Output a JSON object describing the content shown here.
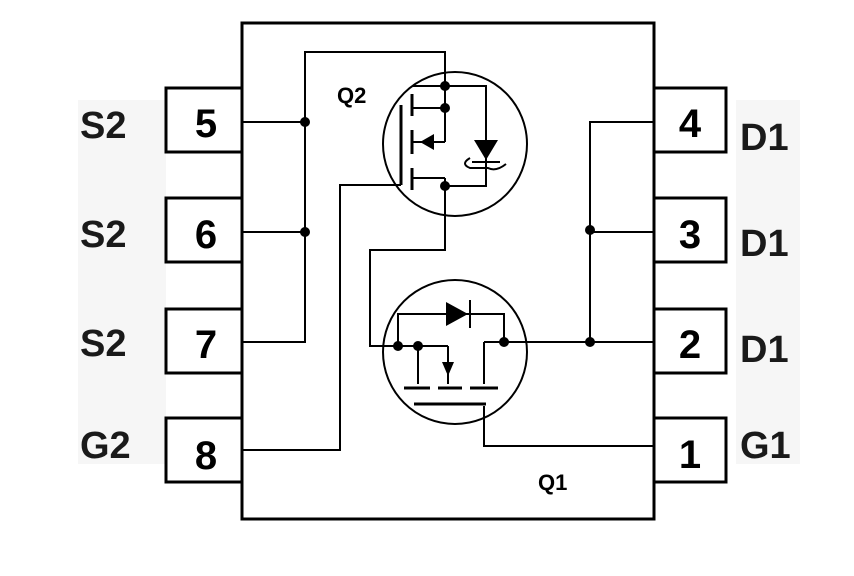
{
  "left_pins": [
    {
      "number": "5",
      "name": "S2"
    },
    {
      "number": "6",
      "name": "S2"
    },
    {
      "number": "7",
      "name": "S2"
    },
    {
      "number": "8",
      "name": "G2"
    }
  ],
  "right_pins": [
    {
      "number": "4",
      "name": "D1"
    },
    {
      "number": "3",
      "name": "D1"
    },
    {
      "number": "2",
      "name": "D1"
    },
    {
      "number": "1",
      "name": "G1"
    }
  ],
  "transistors": {
    "q2_label": "Q2",
    "q1_label": "Q1"
  }
}
